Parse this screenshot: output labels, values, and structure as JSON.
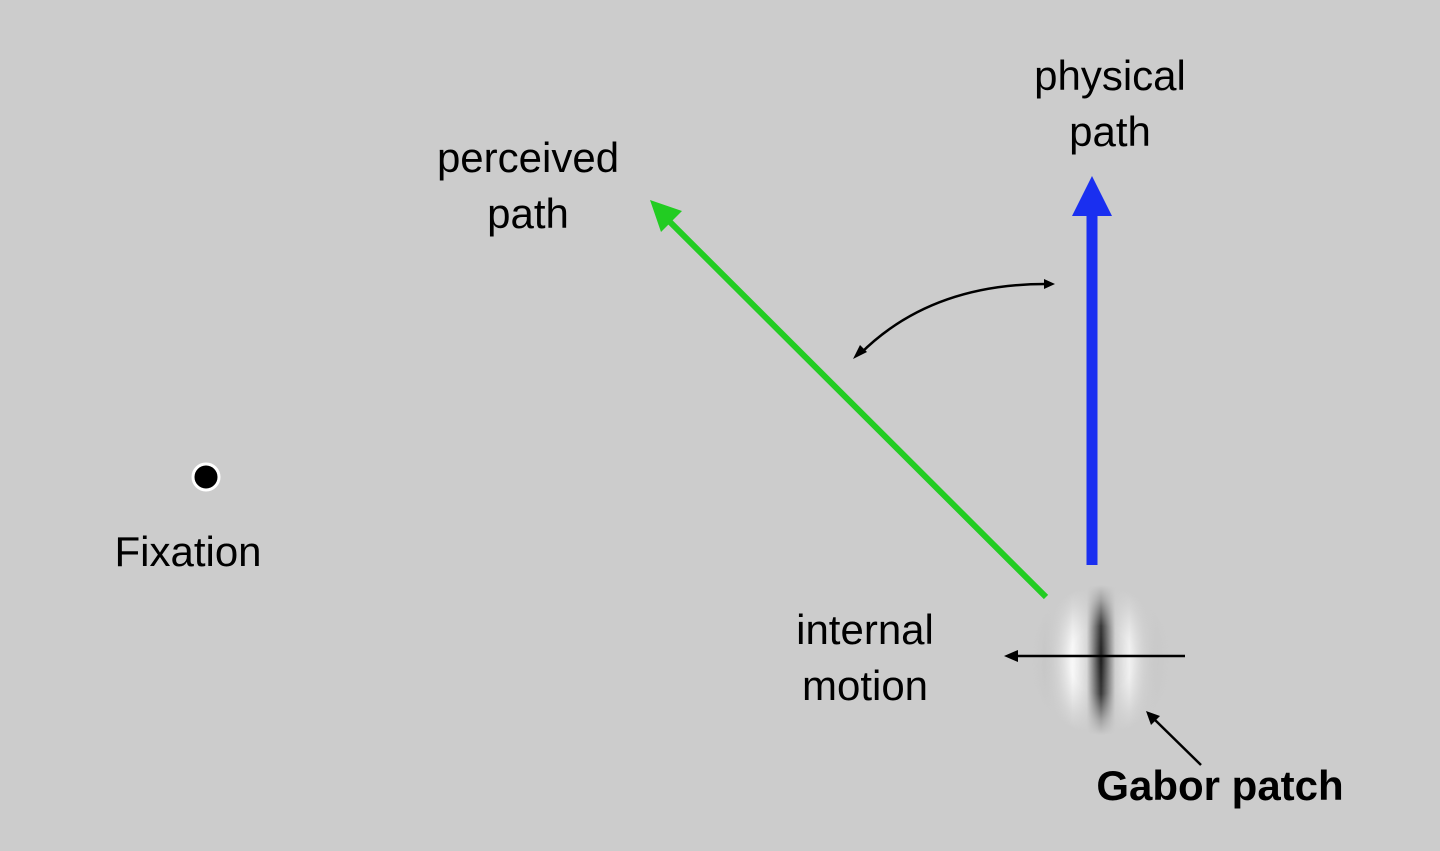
{
  "colors": {
    "background": "#cccccc",
    "physical_path": "#1a2ff0",
    "perceived_path": "#22cc22",
    "annotation": "#000000",
    "fixation_dot": "#000000",
    "fixation_ring": "#ffffff"
  },
  "labels": {
    "physical_path": [
      "physical",
      "path"
    ],
    "perceived_path": [
      "perceived",
      "path"
    ],
    "fixation": "Fixation",
    "internal_motion": [
      "internal",
      "motion"
    ],
    "gabor_patch": "Gabor patch"
  },
  "icons": {
    "fixation": "fixation-dot-icon",
    "gabor": "gabor-patch-icon",
    "physical_arrow": "arrow-up-icon",
    "perceived_arrow": "arrow-up-left-icon",
    "angle_arrow": "double-headed-curved-arrow-icon",
    "motion_arrow": "arrow-left-icon",
    "pointer_arrow": "arrow-up-left-icon"
  }
}
